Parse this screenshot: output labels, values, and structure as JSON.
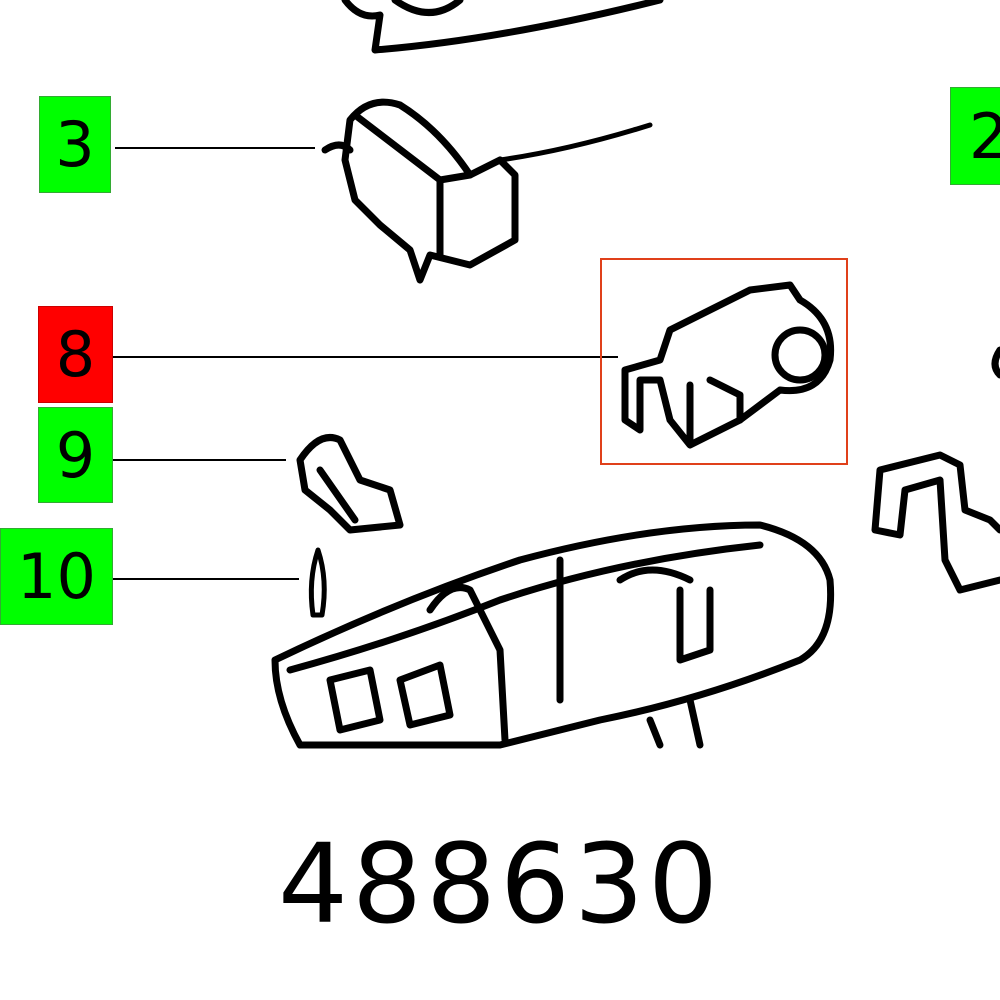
{
  "callouts": [
    {
      "label": "3",
      "color": "#00ff00"
    },
    {
      "label": "2",
      "color": "#00ff00"
    },
    {
      "label": "8",
      "color": "#ff0000"
    },
    {
      "label": "9",
      "color": "#00ff00"
    },
    {
      "label": "10",
      "color": "#00ff00"
    }
  ],
  "highlight_color": "#e0401a",
  "part_number": "488630"
}
